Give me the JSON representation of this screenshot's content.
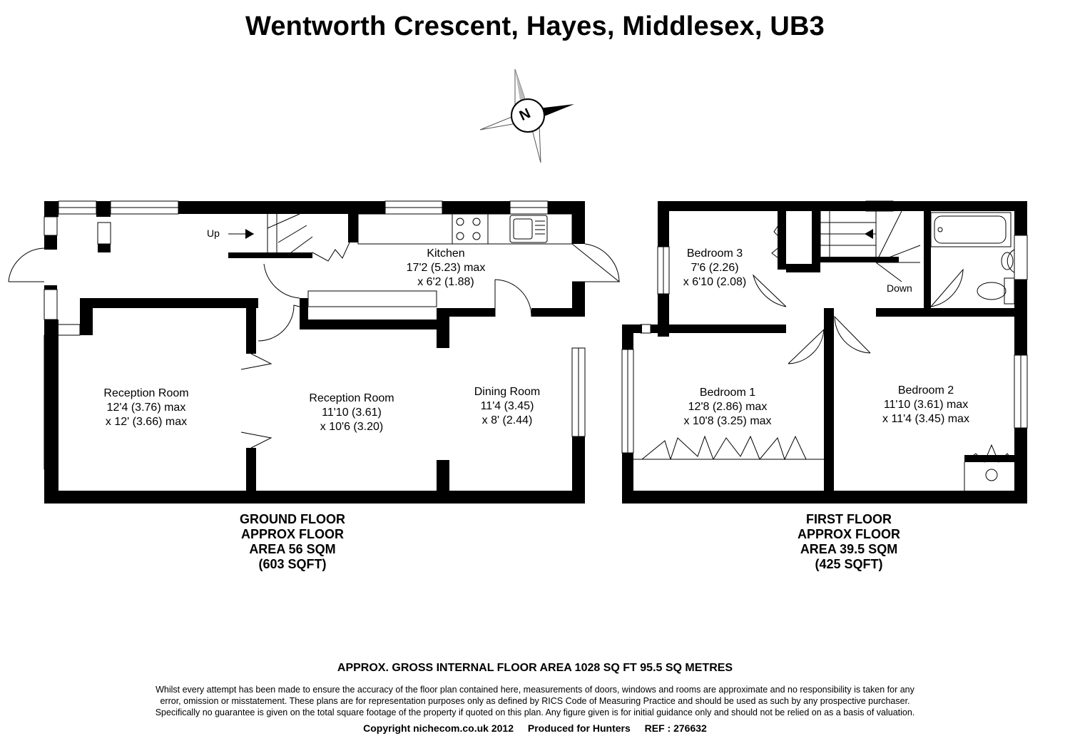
{
  "title": "Wentworth Crescent, Hayes, Middlesex, UB3",
  "compass": {
    "label": "N"
  },
  "ground_floor": {
    "stairs_label": "Up",
    "rooms": [
      {
        "name": "Kitchen",
        "dim1": "17'2 (5.23) max",
        "dim2": "x 6'2 (1.88)"
      },
      {
        "name": "Reception Room",
        "dim1": "12'4 (3.76) max",
        "dim2": "x 12' (3.66) max"
      },
      {
        "name": "Reception Room",
        "dim1": "11'10 (3.61)",
        "dim2": "x 10'6 (3.20)"
      },
      {
        "name": "Dining Room",
        "dim1": "11'4 (3.45)",
        "dim2": "x 8' (2.44)"
      }
    ],
    "caption": [
      "GROUND FLOOR",
      "APPROX FLOOR",
      "AREA 56 SQM",
      "(603 SQFT)"
    ]
  },
  "first_floor": {
    "stairs_label": "Down",
    "rooms": [
      {
        "name": "Bedroom 3",
        "dim1": "7'6 (2.26)",
        "dim2": "x 6'10 (2.08)"
      },
      {
        "name": "Bedroom 1",
        "dim1": "12'8 (2.86) max",
        "dim2": "x 10'8 (3.25) max"
      },
      {
        "name": "Bedroom 2",
        "dim1": "11'10 (3.61) max",
        "dim2": "x 11'4 (3.45) max"
      }
    ],
    "caption": [
      "FIRST FLOOR",
      "APPROX FLOOR",
      "AREA 39.5 SQM",
      "(425 SQFT)"
    ]
  },
  "gross_area": "APPROX. GROSS INTERNAL FLOOR AREA 1028 SQ FT 95.5 SQ METRES",
  "disclaimer": [
    "Whilst every attempt has been made to ensure the accuracy of the floor plan contained here, measurements of doors, windows and rooms are approximate and no responsibility is taken for any",
    "error, omission or misstatement. These plans are for representation purposes only as defined by RICS Code of Measuring Practice and should be used as such by any prospective purchaser.",
    "Specifically no guarantee is given on the total square footage of the property if quoted on this plan. Any figure given is for initial guidance only and should not be relied on as a basis of valuation."
  ],
  "footer": {
    "copyright": "Copyright nichecom.co.uk 2012",
    "produced": "Produced for Hunters",
    "ref": "REF : 276632"
  }
}
